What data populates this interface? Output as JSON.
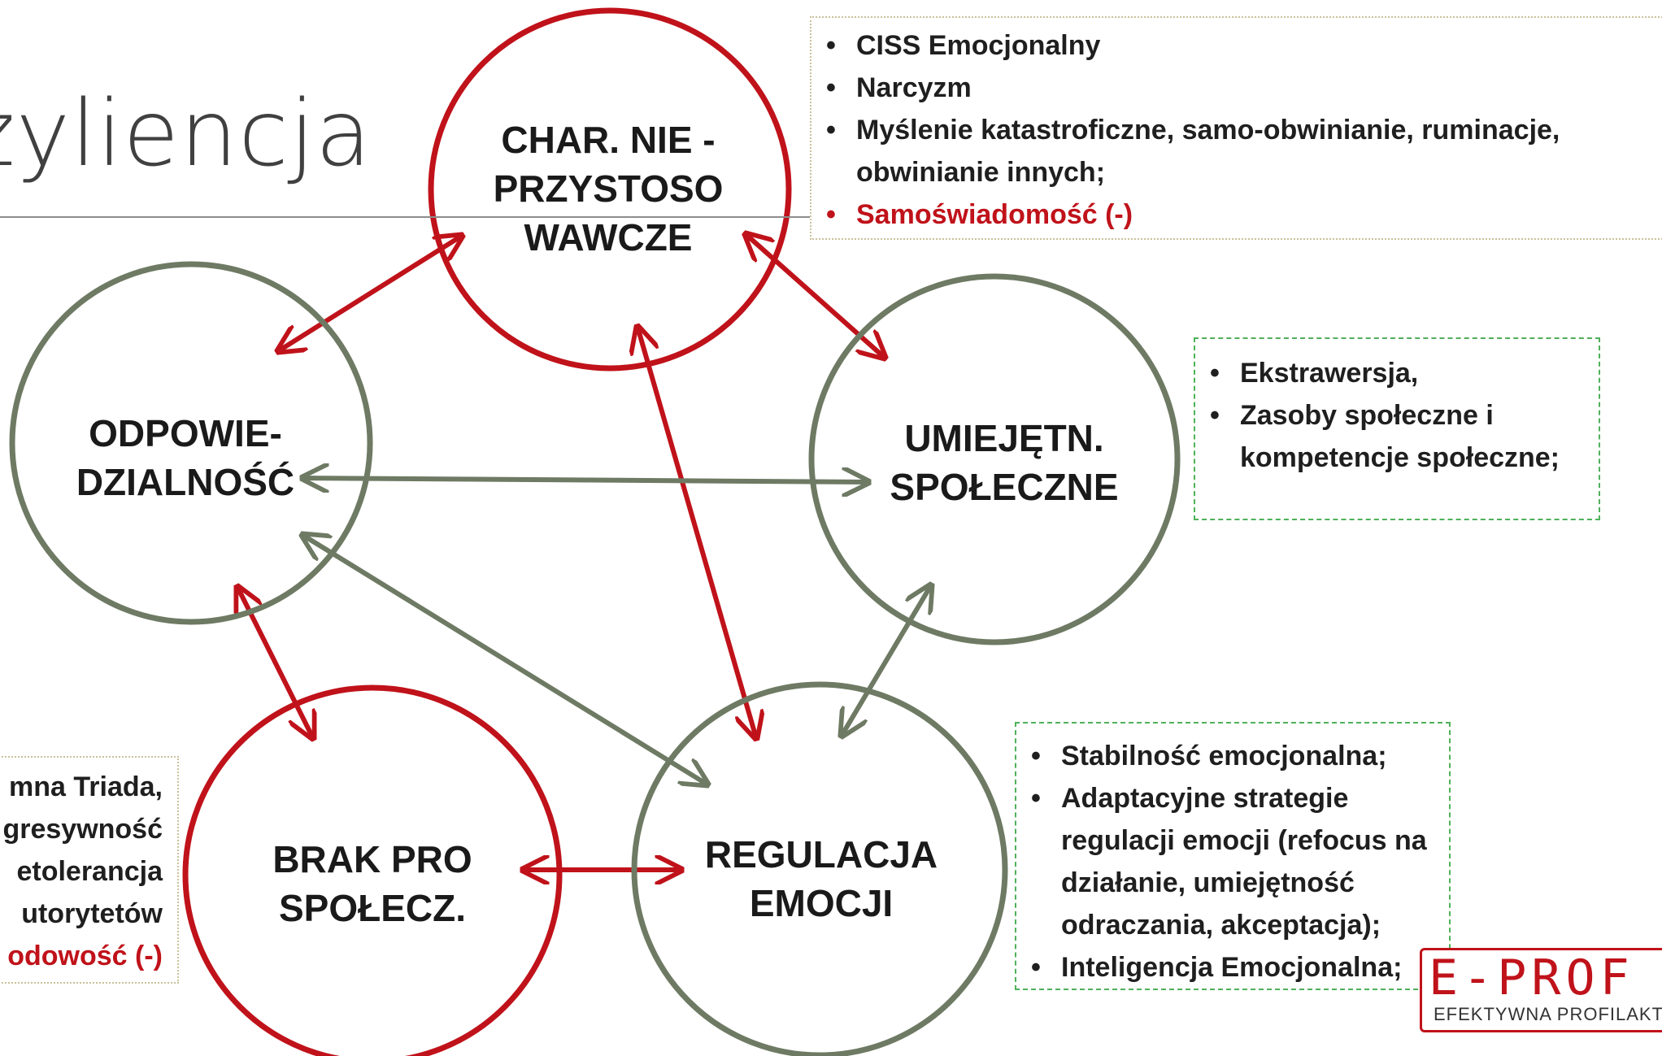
{
  "title": "zyliencja",
  "colors": {
    "red": "#c0121a",
    "green": "#6e7a63",
    "text": "#1a1a1a"
  },
  "nodes": {
    "char": {
      "label": "CHAR. NIE -\nPRZYSTOSO\nWAWCZE",
      "color": "red"
    },
    "odpow": {
      "label": "ODPOWIE-\nDZIALNOŚĆ",
      "color": "green"
    },
    "umiej": {
      "label": "UMIEJĘTN.\nSPOŁECZNE",
      "color": "green"
    },
    "brak": {
      "label": "BRAK PRO\nSPOŁECZ.",
      "color": "red"
    },
    "regul": {
      "label": "REGULACJA\nEMOCJI",
      "color": "green"
    }
  },
  "connections": [
    {
      "from": "char",
      "to": "odpow",
      "color": "red"
    },
    {
      "from": "char",
      "to": "umiej",
      "color": "red"
    },
    {
      "from": "char",
      "to": "regul",
      "color": "red"
    },
    {
      "from": "odpow",
      "to": "umiej",
      "color": "green"
    },
    {
      "from": "odpow",
      "to": "regul",
      "color": "green"
    },
    {
      "from": "odpow",
      "to": "brak",
      "color": "red"
    },
    {
      "from": "umiej",
      "to": "regul",
      "color": "green"
    },
    {
      "from": "brak",
      "to": "regul",
      "color": "red"
    }
  ],
  "boxes": {
    "top_right": [
      {
        "text": "CISS Emocjonalny"
      },
      {
        "text": "Narcyzm"
      },
      {
        "text": "Myślenie katastroficzne, samo-obwinianie, ruminacje, obwinianie innych;"
      },
      {
        "text": "Samoświadomość (-)",
        "highlight": true
      }
    ],
    "mid_right": [
      {
        "text": "Ekstrawersja,"
      },
      {
        "text": "Zasoby społeczne i kompetencje społeczne;"
      }
    ],
    "bottom_right": [
      {
        "text": "Stabilność emocjonalna;"
      },
      {
        "text": "Adaptacyjne strategie regulacji emocji (refocus na działanie, umiejętność odraczania, akceptacja);"
      },
      {
        "text": "Inteligencja Emocjonalna;"
      }
    ],
    "left": [
      {
        "text": "mna Triada,"
      },
      {
        "text": "gresywność"
      },
      {
        "text": "etolerancja"
      },
      {
        "text": "utorytetów"
      },
      {
        "text": "odowość (-)",
        "highlight": true
      }
    ]
  },
  "logo": {
    "mark": "E-PROF",
    "tagline": "EFEKTYWNA PROFILAKTYKA"
  }
}
